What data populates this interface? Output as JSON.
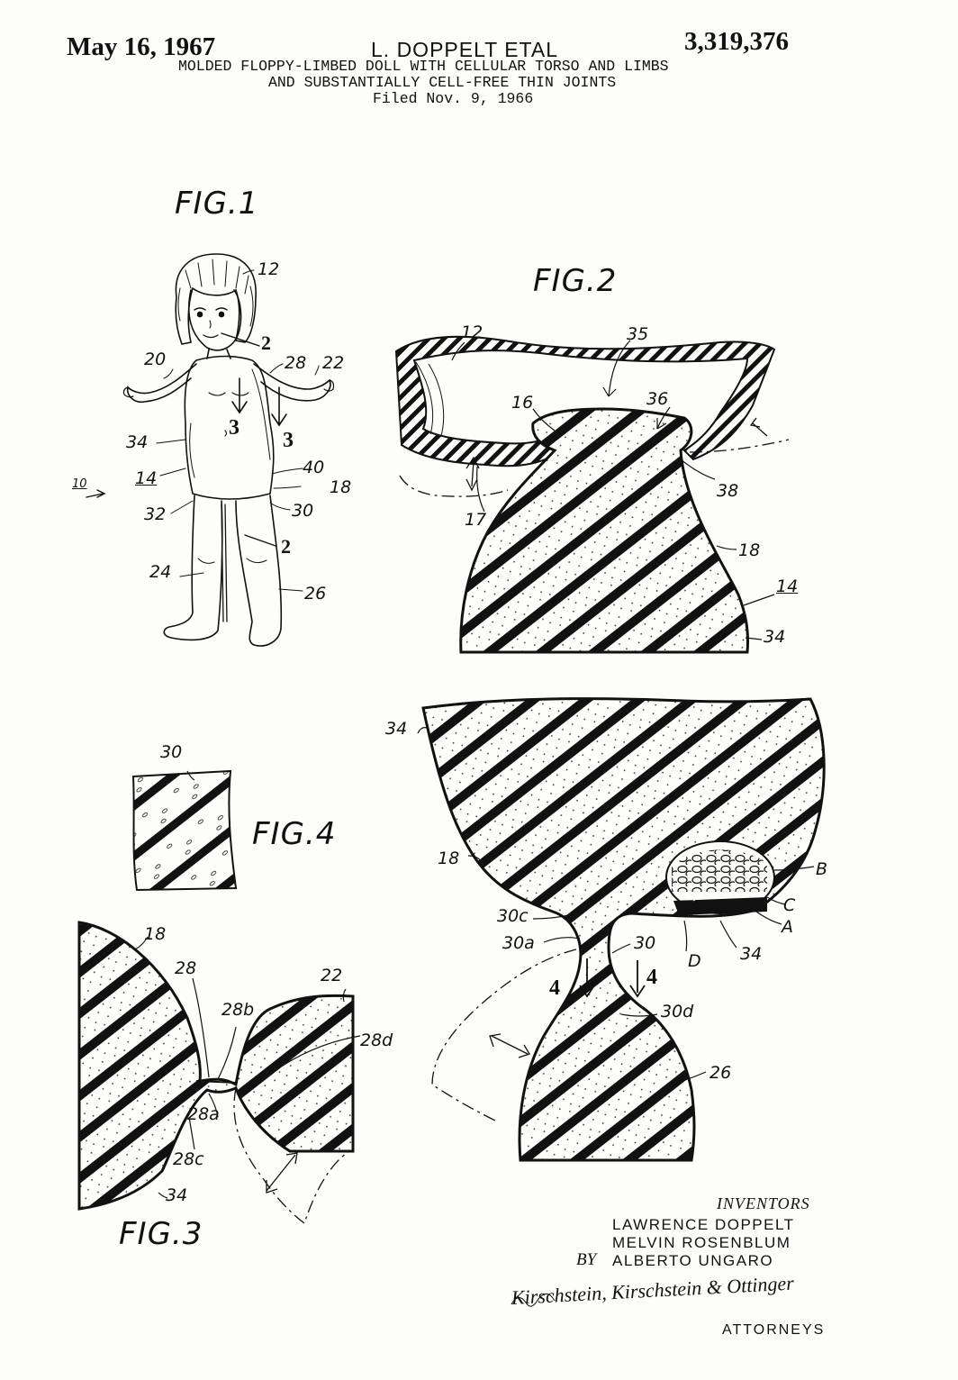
{
  "header": {
    "date": "May 16, 1967",
    "inventor": "L. DOPPELT ETAL",
    "patent_number": "3,319,376",
    "title_line1": "MOLDED FLOPPY-LIMBED DOLL WITH CELLULAR TORSO AND LIMBS",
    "title_line2": "AND SUBSTANTIALLY CELL-FREE THIN JOINTS",
    "filed": "Filed Nov. 9, 1966"
  },
  "figures": {
    "fig1": "FIG.1",
    "fig2": "FIG.2",
    "fig3": "FIG.3",
    "fig4": "FIG.4"
  },
  "refs": {
    "fig1": {
      "r12": "12",
      "r20": "20",
      "r28": "28",
      "r22": "22",
      "r34": "34",
      "r14": "14",
      "r10": "10",
      "r32": "32",
      "r40": "40",
      "r18": "18",
      "r30": "30",
      "r24": "24",
      "r26": "26",
      "s2a": "2",
      "s2b": "2",
      "s3a": "3",
      "s3b": "3"
    },
    "fig2": {
      "r12": "12",
      "r35": "35",
      "r16": "16",
      "r36": "36",
      "r38": "38",
      "r17": "17",
      "r18": "18",
      "r14": "14",
      "r34": "34"
    },
    "fig4": {
      "r30": "30"
    },
    "fig3": {
      "r18": "18",
      "r28": "28",
      "r22": "22",
      "r28b": "28b",
      "r28d": "28d",
      "r28a": "28a",
      "r28c": "28c",
      "r34": "34"
    },
    "fig5": {
      "r34top": "34",
      "r18": "18",
      "rB": "B",
      "rC": "C",
      "rA": "A",
      "r30c": "30c",
      "r30a": "30a",
      "r30": "30",
      "rD": "D",
      "r34b": "34",
      "r4a": "4",
      "r4b": "4",
      "r30d": "30d",
      "r26": "26"
    }
  },
  "signature_block": {
    "inventors_label": "INVENTORS",
    "inventor1": "LAWRENCE  DOPPELT",
    "inventor2": "MELVIN  ROSENBLUM",
    "by": "BY",
    "inventor3": "ALBERTO  UNGARO",
    "signature": "Kirschstein, Kirschstein & Ottinger",
    "attorneys": "ATTORNEYS"
  }
}
